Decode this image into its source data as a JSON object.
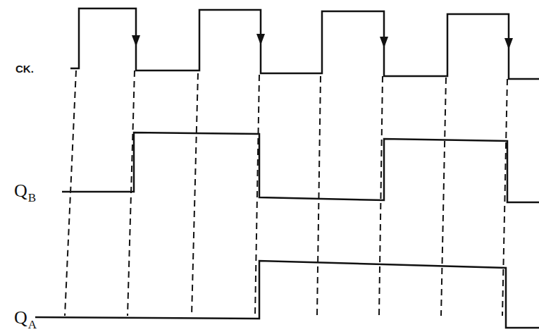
{
  "diagram": {
    "labels": [
      "CK.",
      "Q",
      "B",
      "Q",
      "A"
    ]
  }
}
